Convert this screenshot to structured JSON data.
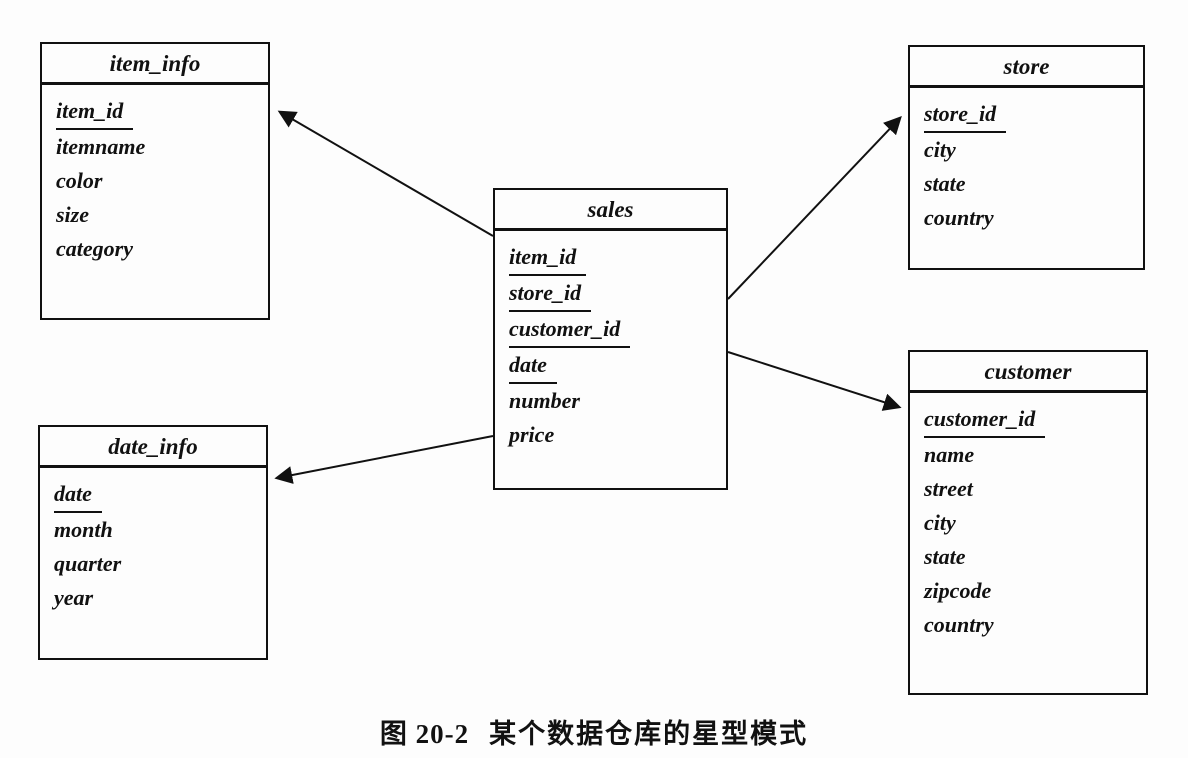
{
  "diagram": {
    "caption": {
      "label": "图 20-2",
      "text": "某个数据仓库的星型模式"
    },
    "tables": {
      "item_info": {
        "title": "item_info",
        "fields": [
          {
            "name": "item_id",
            "key": true
          },
          {
            "name": "itemname",
            "key": false
          },
          {
            "name": "color",
            "key": false
          },
          {
            "name": "size",
            "key": false
          },
          {
            "name": "category",
            "key": false
          }
        ]
      },
      "store": {
        "title": "store",
        "fields": [
          {
            "name": "store_id",
            "key": true
          },
          {
            "name": "city",
            "key": false
          },
          {
            "name": "state",
            "key": false
          },
          {
            "name": "country",
            "key": false
          }
        ]
      },
      "sales": {
        "title": "sales",
        "fields": [
          {
            "name": "item_id",
            "key": true
          },
          {
            "name": "store_id",
            "key": true
          },
          {
            "name": "customer_id",
            "key": true
          },
          {
            "name": "date",
            "key": true
          },
          {
            "name": "number",
            "key": false
          },
          {
            "name": "price",
            "key": false
          }
        ]
      },
      "date_info": {
        "title": "date_info",
        "fields": [
          {
            "name": "date",
            "key": true
          },
          {
            "name": "month",
            "key": false
          },
          {
            "name": "quarter",
            "key": false
          },
          {
            "name": "year",
            "key": false
          }
        ]
      },
      "customer": {
        "title": "customer",
        "fields": [
          {
            "name": "customer_id",
            "key": true
          },
          {
            "name": "name",
            "key": false
          },
          {
            "name": "street",
            "key": false
          },
          {
            "name": "city",
            "key": false
          },
          {
            "name": "state",
            "key": false
          },
          {
            "name": "zipcode",
            "key": false
          },
          {
            "name": "country",
            "key": false
          }
        ]
      }
    },
    "relations": [
      {
        "from": "sales",
        "to": "item_info"
      },
      {
        "from": "sales",
        "to": "store"
      },
      {
        "from": "sales",
        "to": "date_info"
      },
      {
        "from": "sales",
        "to": "customer"
      }
    ],
    "colors": {
      "line": "#111111",
      "background": "#fdfdfd",
      "text": "#111111"
    }
  }
}
